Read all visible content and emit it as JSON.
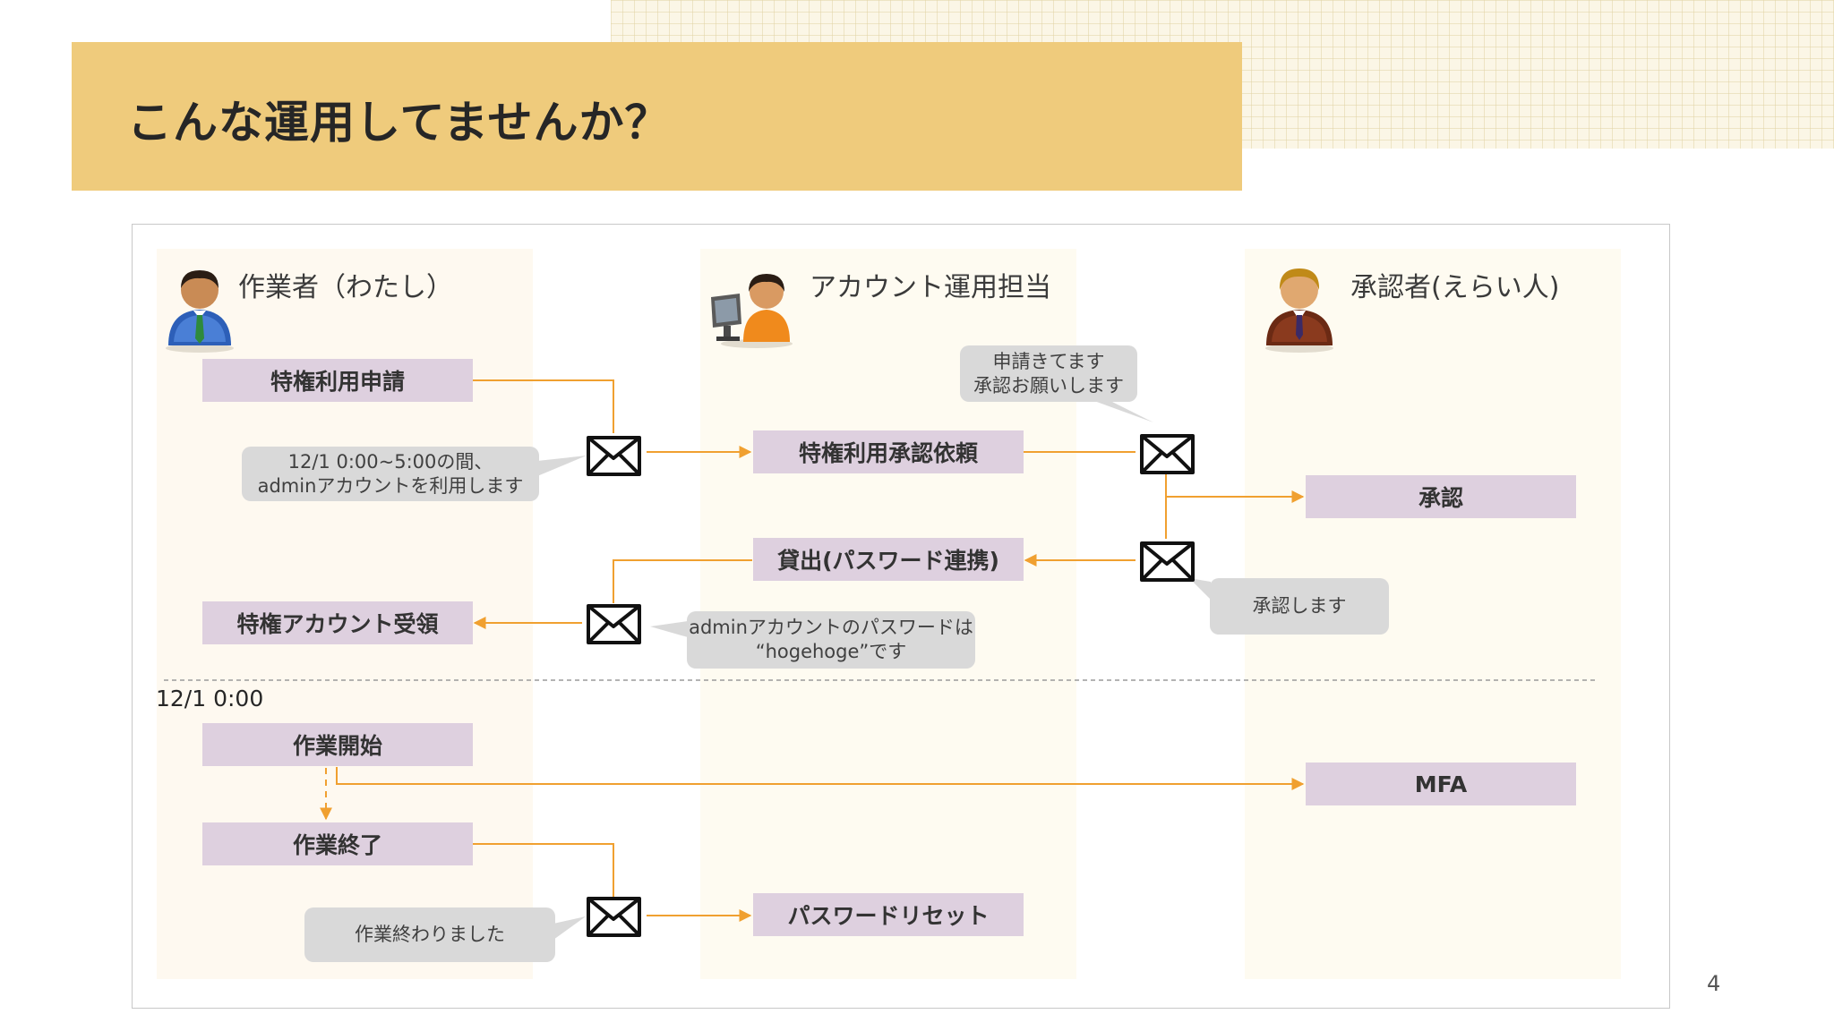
{
  "slide": {
    "title": "こんな運用してませんか？",
    "page_number": "4",
    "colors": {
      "title_bar": "#efcb7c",
      "process_box": "#ded0df",
      "arrow": "#f0a030",
      "bubble": "#d9d9d9",
      "lane": "#fef9f0"
    }
  },
  "lanes": {
    "worker": {
      "title": "作業者（わたし）",
      "icon": "person-green-tie-icon"
    },
    "account_ops": {
      "title": "アカウント運用担当",
      "icon": "person-at-computer-icon"
    },
    "approver": {
      "title": "承認者(えらい人)",
      "icon": "person-brown-suit-icon"
    }
  },
  "boxes": {
    "request": "特権利用申請",
    "approval_request": "特権利用承認依頼",
    "approve": "承認",
    "lend": "貸出(パスワード連携)",
    "receive": "特権アカウント受領",
    "work_start": "作業開始",
    "mfa": "MFA",
    "work_end": "作業終了",
    "password_reset": "パスワードリセット"
  },
  "bubbles": {
    "usage_period": [
      "12/1 0:00~5:00の間、",
      "adminアカウントを利用します"
    ],
    "applied": [
      "申請きてます",
      "承認お願いします"
    ],
    "approved": [
      "承認します"
    ],
    "password": [
      "adminアカウントのパスワードは",
      "“hogehoge”です"
    ],
    "done": [
      "作業終わりました"
    ]
  },
  "time_label": "12/1 0:00",
  "icons": {
    "mail": "envelope-icon"
  }
}
